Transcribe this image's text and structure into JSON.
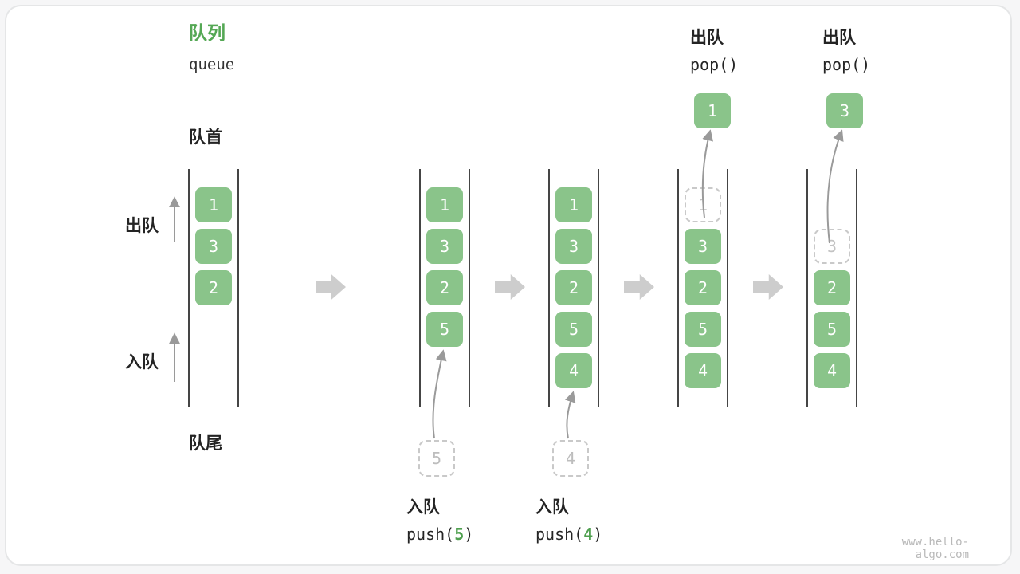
{
  "page": {
    "watermark": "www.hello-algo.com"
  },
  "title": {
    "zh": "队列",
    "en": "queue"
  },
  "side_labels": {
    "front": "队首",
    "rear": "队尾",
    "dequeue": "出队",
    "enqueue": "入队"
  },
  "colors": {
    "box_green": "#8ac48a",
    "title_green": "#55a855",
    "arg_green": "#4fa04f",
    "ghost_gray": "#c9c9c9",
    "rail_dark": "#454545",
    "arrow_gray": "#9a9a9a",
    "block_arrow_gray": "#cdcdcd",
    "watermark_gray": "#b9b9b9"
  },
  "stages": [
    {
      "name": "initial",
      "items": [
        "1",
        "3",
        "2"
      ]
    },
    {
      "name": "after-push-5",
      "items": [
        "1",
        "3",
        "2",
        "5"
      ],
      "pending": "5",
      "caption": {
        "verb": "入队",
        "call_pre": "push(",
        "arg": "5",
        "call_post": ")"
      }
    },
    {
      "name": "after-push-4",
      "items": [
        "1",
        "3",
        "2",
        "5",
        "4"
      ],
      "pending": "4",
      "caption": {
        "verb": "入队",
        "call_pre": "push(",
        "arg": "4",
        "call_post": ")"
      }
    },
    {
      "name": "pop-1",
      "ghost": "1",
      "items": [
        "3",
        "2",
        "5",
        "4"
      ],
      "popped": "1",
      "caption": {
        "verb": "出队",
        "call": "pop()"
      }
    },
    {
      "name": "pop-3",
      "ghost": "3",
      "items": [
        "2",
        "5",
        "4"
      ],
      "popped": "3",
      "caption": {
        "verb": "出队",
        "call": "pop()"
      }
    }
  ]
}
